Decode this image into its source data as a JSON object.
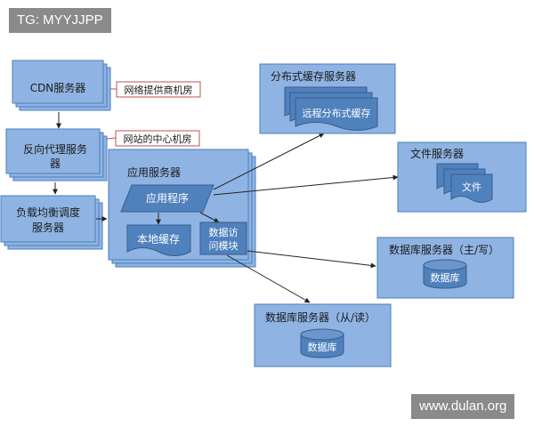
{
  "watermark_top": "TG: MYYJJPP",
  "watermark_bottom": "www.dulan.org",
  "nodes": {
    "cdn": "CDN服务器",
    "cdn_note": "网络提供商机房",
    "reverse_proxy_line1": "反向代理服务",
    "reverse_proxy_line2": "器",
    "proxy_note": "网站的中心机房",
    "load_balancer_line1": "负载均衡调度",
    "load_balancer_line2": "服务器",
    "app_server": "应用服务器",
    "app_program": "应用程序",
    "local_cache": "本地缓存",
    "data_access_line1": "数据访",
    "data_access_line2": "问模块",
    "dist_cache_server": "分布式缓存服务器",
    "remote_cache": "远程分布式缓存",
    "file_server": "文件服务器",
    "file": "文件",
    "db_master": "数据库服务器（主/写）",
    "db_master_cyl": "数据库",
    "db_slave": "数据库服务器（从/读）",
    "db_slave_cyl": "数据库"
  },
  "colors": {
    "box_fill": "#8fb4e3",
    "box_stroke": "#4a7ebb",
    "inner_fill": "#4f81bd",
    "note_stroke": "#c0504d"
  }
}
